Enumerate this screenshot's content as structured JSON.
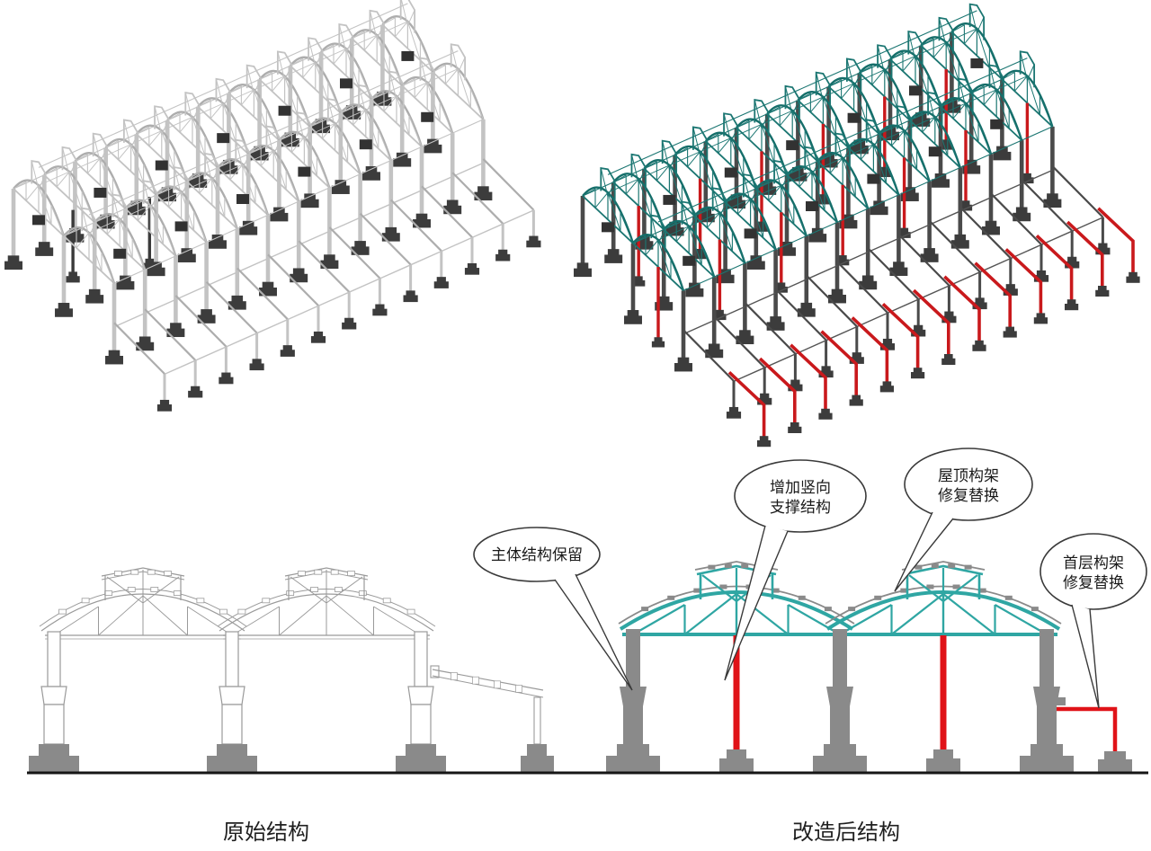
{
  "labels": {
    "original": "原始结构",
    "renovated": "改造后结构"
  },
  "callouts": {
    "retain": {
      "text": "主体结构保留"
    },
    "vertical_support": {
      "line1": "增加竖向",
      "line2": "支撑结构"
    },
    "roof_frame": {
      "line1": "屋顶构架",
      "line2": "修复替换"
    },
    "first_floor_frame": {
      "line1": "首层构架",
      "line2": "修复替换"
    }
  },
  "colors": {
    "truss_teal_2d": "#2FA6A3",
    "truss_teal_3d": "#1B7672",
    "truss_teal_3d_dark": "#156E6A",
    "new_red_2d": "#E01318",
    "new_red_3d": "#C9191C",
    "column_gray_2d": "#8A8A8A",
    "column_gray_3d": "#4A4A4A",
    "wireframe_light": "#C3C3C3",
    "wireframe_mid": "#ADADAD",
    "outline_gray": "#9A9A9A",
    "footing_dark": "#3C3C3C",
    "weight_dark": "#323232",
    "ground": "#161616",
    "callout_stroke": "#3A3A3A",
    "text": "#1A1A1A"
  }
}
